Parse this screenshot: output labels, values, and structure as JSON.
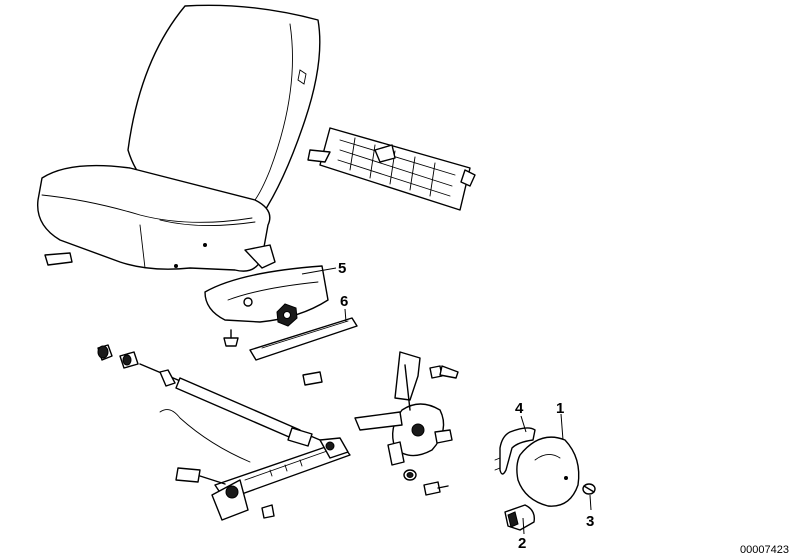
{
  "callouts": [
    {
      "id": "1",
      "label": "1"
    },
    {
      "id": "2",
      "label": "2"
    },
    {
      "id": "3",
      "label": "3"
    },
    {
      "id": "4",
      "label": "4"
    },
    {
      "id": "5",
      "label": "5"
    },
    {
      "id": "6",
      "label": "6"
    }
  ],
  "document_number": "00007423"
}
